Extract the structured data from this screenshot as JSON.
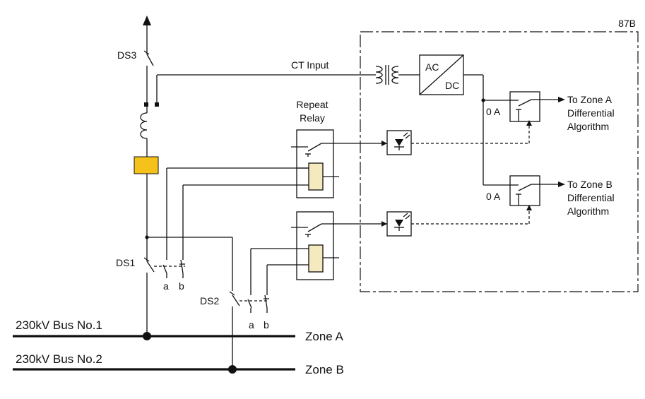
{
  "labels": {
    "block_id": "87B",
    "ct_input": "CT Input",
    "ac": "AC",
    "dc": "DC",
    "repeat_relay_1": "Repeat",
    "repeat_relay_2": "Relay",
    "zero_a_top": "0 A",
    "zero_a_bottom": "0 A",
    "zone_a_out_1": "To Zone A",
    "zone_a_out_2": "Differential",
    "zone_a_out_3": "Algorithm",
    "zone_b_out_1": "To Zone B",
    "zone_b_out_2": "Differential",
    "zone_b_out_3": "Algorithm",
    "ds3": "DS3",
    "ds1": "DS1",
    "ds2": "DS2",
    "ds1_a": "a",
    "ds1_b": "b",
    "ds2_a": "a",
    "ds2_b": "b",
    "bus1": "230kV Bus No.1",
    "bus2": "230kV Bus No.2",
    "zone_a": "Zone A",
    "zone_b": "Zone B"
  },
  "colors": {
    "breaker": "#f5c21b",
    "relay_coil": "#f5e9c0",
    "line": "#111111"
  }
}
